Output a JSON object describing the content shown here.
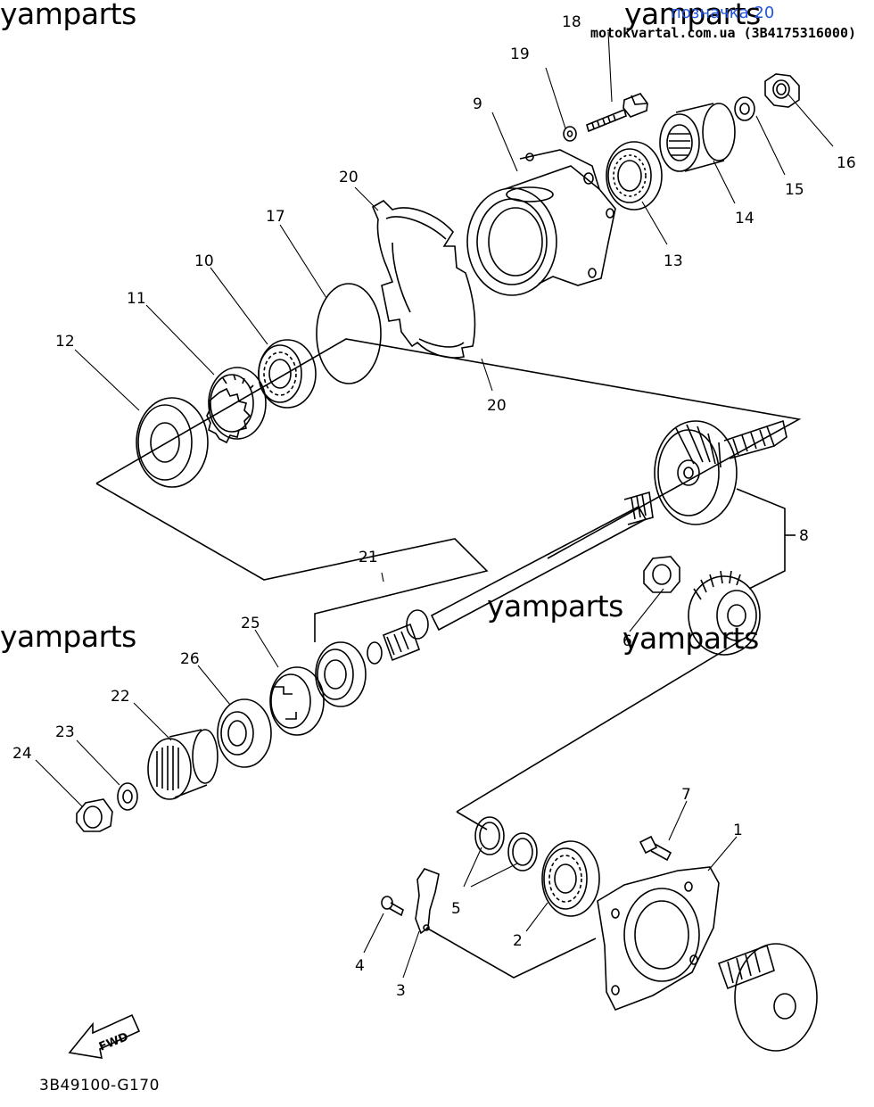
{
  "header": {
    "link_text": "позначка 20",
    "site_text": "motokvartal.com.ua (3B4175316000)"
  },
  "watermarks": [
    "yamparts",
    "yamparts",
    "yamparts",
    "yamparts",
    "yamparts"
  ],
  "diagram_code": "3B49100-G170",
  "fwd_label": "FWD",
  "callouts": [
    "1",
    "2",
    "3",
    "4",
    "5",
    "6",
    "7",
    "8",
    "9",
    "10",
    "11",
    "12",
    "13",
    "14",
    "15",
    "16",
    "17",
    "18",
    "19",
    "20",
    "20",
    "21",
    "22",
    "23",
    "24",
    "25",
    "26"
  ],
  "colors": {
    "line": "#000000",
    "link": "#2255dd",
    "background": "#ffffff"
  }
}
